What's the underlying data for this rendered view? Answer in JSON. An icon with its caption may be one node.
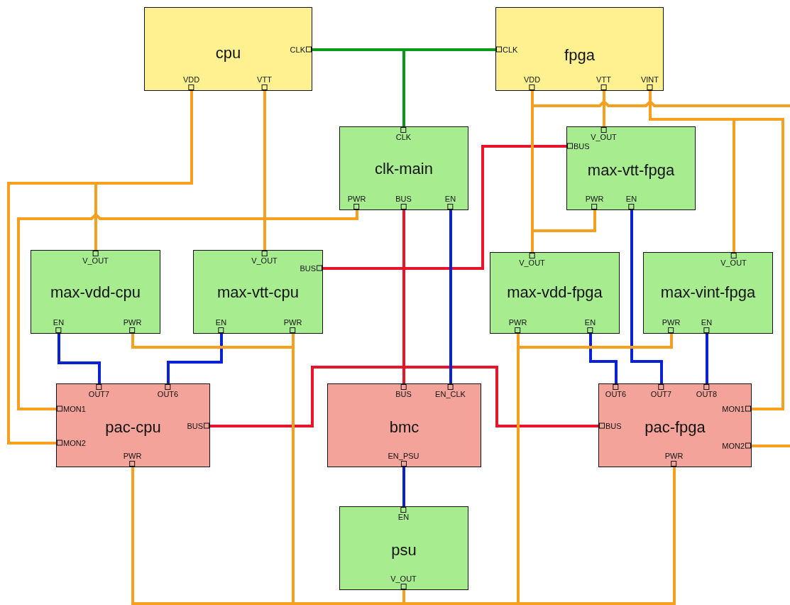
{
  "diagram": {
    "nodes": [
      {
        "text": [
          "cpu"
        ]
      },
      {
        "text": [
          "CLK"
        ],
        "in": 0
      },
      {
        "text": [
          "VDD"
        ],
        "in": 0
      },
      {
        "text": [
          "VTT"
        ],
        "in": 0
      },
      {
        "text": [
          "fpga"
        ]
      },
      {
        "text": [
          "CLK"
        ],
        "in": 4
      },
      {
        "text": [
          "VDD"
        ],
        "in": 4
      },
      {
        "text": [
          "VTT"
        ],
        "in": 4
      },
      {
        "text": [
          "VINT"
        ],
        "in": 4
      },
      {
        "text": [
          "clk-main"
        ]
      },
      {
        "text": [
          "CLK"
        ],
        "in": 9
      },
      {
        "text": [
          "PWR"
        ],
        "in": 9
      },
      {
        "text": [
          "BUS"
        ],
        "in": 9
      },
      {
        "text": [
          "EN"
        ],
        "in": 9
      },
      {
        "text": [
          "max-vtt-fpga"
        ]
      },
      {
        "text": [
          "V_OUT"
        ],
        "in": 14
      },
      {
        "text": [
          "BUS"
        ],
        "in": 14
      },
      {
        "text": [
          "PWR"
        ],
        "in": 14
      },
      {
        "text": [
          "EN"
        ],
        "in": 14
      },
      {
        "text": [
          "max-vdd-cpu"
        ]
      },
      {
        "text": [
          "V_OUT"
        ],
        "in": 19
      },
      {
        "text": [
          "EN"
        ],
        "in": 19
      },
      {
        "text": [
          "PWR"
        ],
        "in": 19
      },
      {
        "text": [
          "max-vtt-cpu"
        ]
      },
      {
        "text": [
          "V_OUT"
        ],
        "in": 23
      },
      {
        "text": [
          "BUS"
        ],
        "in": 23
      },
      {
        "text": [
          "EN"
        ],
        "in": 23
      },
      {
        "text": [
          "PWR"
        ],
        "in": 23
      },
      {
        "text": [
          "max-vdd-fpga"
        ]
      },
      {
        "text": [
          "V_OUT"
        ],
        "in": 28
      },
      {
        "text": [
          "PWR"
        ],
        "in": 28
      },
      {
        "text": [
          "EN"
        ],
        "in": 28
      },
      {
        "text": [
          "max-vint-fpga"
        ]
      },
      {
        "text": [
          "V_OUT"
        ],
        "in": 32
      },
      {
        "text": [
          "PWR"
        ],
        "in": 32
      },
      {
        "text": [
          "EN"
        ],
        "in": 32
      },
      {
        "text": [
          "pac-cpu"
        ]
      },
      {
        "text": [
          "OUT7"
        ],
        "in": 36
      },
      {
        "text": [
          "OUT6"
        ],
        "in": 36
      },
      {
        "text": [
          "MON1"
        ],
        "in": 36
      },
      {
        "text": [
          "BUS"
        ],
        "in": 36
      },
      {
        "text": [
          "MON2"
        ],
        "in": 36
      },
      {
        "text": [
          "PWR"
        ],
        "in": 36
      },
      {
        "text": [
          "bmc"
        ]
      },
      {
        "text": [
          "BUS"
        ],
        "in": 43
      },
      {
        "text": [
          "EN_CLK"
        ],
        "in": 43
      },
      {
        "text": [
          "EN_PSU"
        ],
        "in": 43
      },
      {
        "text": [
          "pac-fpga"
        ]
      },
      {
        "text": [
          "OUT6"
        ],
        "in": 47
      },
      {
        "text": [
          "OUT7"
        ],
        "in": 47
      },
      {
        "text": [
          "OUT8"
        ],
        "in": 47
      },
      {
        "text": [
          "BUS"
        ],
        "in": 47
      },
      {
        "text": [
          "MON1"
        ],
        "in": 47
      },
      {
        "text": [
          "MON2"
        ],
        "in": 47
      },
      {
        "text": [
          "PWR"
        ],
        "in": 47
      },
      {
        "text": [
          "psu"
        ]
      },
      {
        "text": [
          "EN"
        ],
        "in": 55
      },
      {
        "text": [
          "V_OUT"
        ],
        "in": 55
      }
    ],
    "edges": [
      {
        "from": 10,
        "to": 1,
        "arrow": "none",
        "color": "#0a9a1a"
      },
      {
        "from": 10,
        "to": 5,
        "arrow": "none",
        "color": "#0a9a1a"
      },
      {
        "from": 44,
        "to": 12,
        "arrow": "none",
        "color": "#e8142a"
      },
      {
        "from": 44,
        "to": 40,
        "arrow": "none",
        "color": "#e8142a"
      },
      {
        "from": 44,
        "to": 51,
        "arrow": "none",
        "color": "#e8142a"
      },
      {
        "from": 44,
        "to": 25,
        "arrow": "none",
        "color": "#e8142a"
      },
      {
        "from": 44,
        "to": 16,
        "arrow": "none",
        "color": "#e8142a"
      },
      {
        "from": 45,
        "to": 13,
        "arrow": "none",
        "color": "#0a22d6"
      },
      {
        "from": 21,
        "to": 37,
        "arrow": "none",
        "color": "#0a22d6"
      },
      {
        "from": 26,
        "to": 38,
        "arrow": "none",
        "color": "#0a22d6"
      },
      {
        "from": 31,
        "to": 48,
        "arrow": "none",
        "color": "#0a22d6"
      },
      {
        "from": 18,
        "to": 49,
        "arrow": "none",
        "color": "#0a22d6"
      },
      {
        "from": 35,
        "to": 50,
        "arrow": "none",
        "color": "#0a22d6"
      },
      {
        "from": 46,
        "to": 56,
        "arrow": "none",
        "color": "#0a22d6"
      },
      {
        "from": 20,
        "to": 2,
        "arrow": "none"
      },
      {
        "from": 20,
        "to": 41,
        "arrow": "none"
      },
      {
        "from": 24,
        "to": 3,
        "arrow": "none"
      },
      {
        "from": 24,
        "to": 11,
        "arrow": "none"
      },
      {
        "from": 24,
        "to": 39,
        "arrow": "none"
      },
      {
        "from": 29,
        "to": 6,
        "arrow": "none"
      },
      {
        "from": 29,
        "to": 17,
        "arrow": "none"
      },
      {
        "from": 6,
        "to": null,
        "arrow": "none"
      },
      {
        "from": 53,
        "to": null,
        "arrow": "none"
      },
      {
        "from": 15,
        "to": 7,
        "arrow": "none"
      },
      {
        "from": 33,
        "to": 8,
        "arrow": "none"
      },
      {
        "from": 33,
        "to": 52,
        "arrow": "none"
      },
      {
        "from": 57,
        "to": 42,
        "arrow": "none"
      },
      {
        "from": 57,
        "to": 27,
        "arrow": "none"
      },
      {
        "from": 57,
        "to": 22,
        "arrow": "none"
      },
      {
        "from": 57,
        "to": 30,
        "arrow": "none"
      },
      {
        "from": 57,
        "to": 34,
        "arrow": "none"
      },
      {
        "from": 57,
        "to": 54,
        "arrow": "none"
      }
    ]
  }
}
